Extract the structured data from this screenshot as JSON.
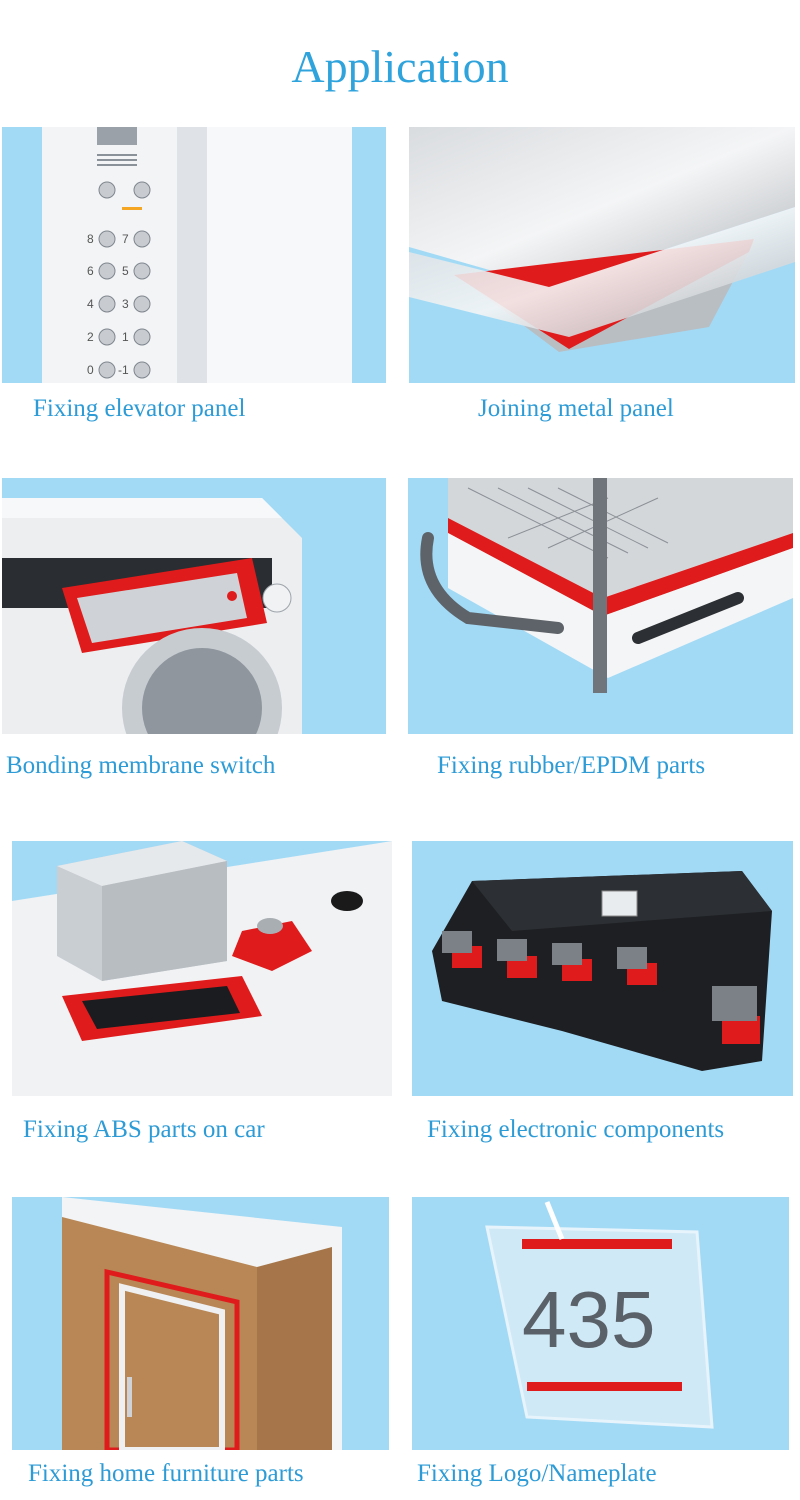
{
  "page": {
    "title": "Application"
  },
  "applications": [
    {
      "caption": "Fixing elevator panel"
    },
    {
      "caption": "Joining metal panel"
    },
    {
      "caption": "Bonding membrane switch"
    },
    {
      "caption": "Fixing rubber/EPDM parts"
    },
    {
      "caption": "Fixing ABS parts on car"
    },
    {
      "caption": "Fixing electronic components"
    },
    {
      "caption": "Fixing home furniture parts"
    },
    {
      "caption": "Fixing Logo/Nameplate"
    }
  ],
  "elevator_keypad": {
    "keys": [
      "8",
      "7",
      "6",
      "5",
      "4",
      "3",
      "2",
      "1",
      "0",
      "-1"
    ]
  },
  "nameplate": {
    "number": "435"
  },
  "colors": {
    "title": "#2fa3dc",
    "caption": "#2d9bd6",
    "tile_background": "#a2daf6",
    "tape_red": "#e01b1b"
  }
}
